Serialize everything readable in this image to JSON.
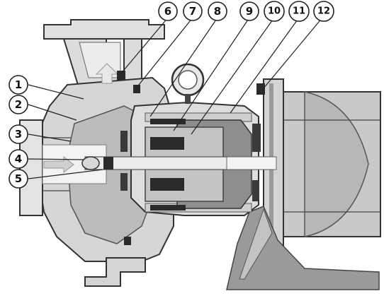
{
  "callouts": {
    "c1": "1",
    "c2": "2",
    "c3": "3",
    "c4": "4",
    "c5": "5",
    "c6": "6",
    "c7": "7",
    "c8": "8",
    "c9": "9",
    "c10": "10",
    "c11": "11",
    "c12": "12"
  },
  "colors": {
    "casing": "#d9d9d9",
    "casing_light": "#ececec",
    "inner": "#bdbdbd",
    "dark": "#8a8a8a",
    "black": "#2a2a2a",
    "motor": "#c8c8c8",
    "motor_dark": "#9e9e9e"
  }
}
